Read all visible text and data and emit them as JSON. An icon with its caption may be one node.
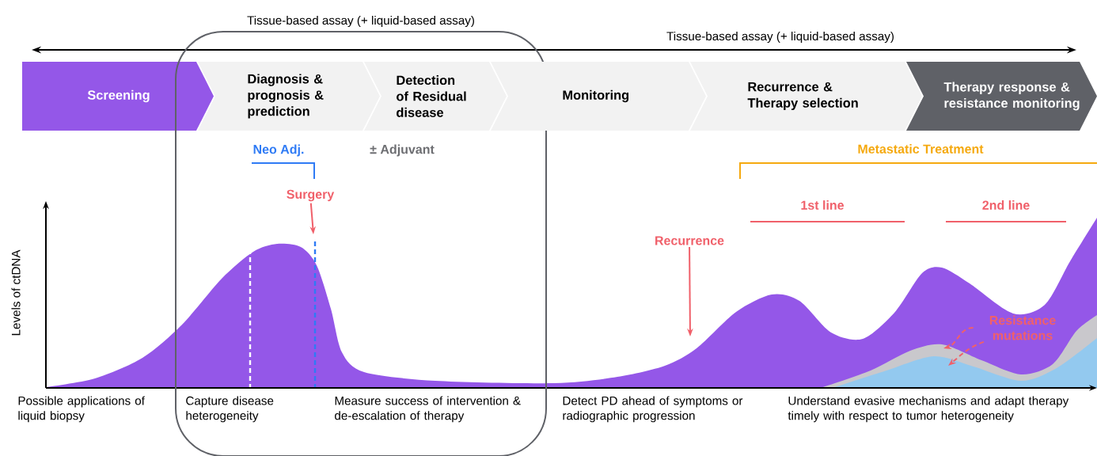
{
  "diagram": {
    "nodes": [
      {
        "text": [
          "Screening"
        ]
      },
      {
        "text": [
          "Tissue-based assay (+ liquid-based assay)"
        ]
      },
      {
        "text": [
          "Diagnosis & prognosis & prediction"
        ],
        "in": 1
      },
      {
        "text": [
          "Detection of Residual disease"
        ],
        "in": 1
      },
      {
        "text": [
          "Monitoring"
        ]
      },
      {
        "text": [
          "Recurrence & Therapy selection"
        ]
      },
      {
        "text": [
          "Therapy response & resistance monitoring"
        ]
      },
      {
        "text": [
          "Surgery"
        ],
        "in": 1
      },
      {
        "text": [
          "Recurrence"
        ]
      },
      {
        "text": [
          "Resistance mutations"
        ]
      }
    ],
    "edges": [
      {
        "from": 7,
        "to": null,
        "arrow": "to"
      },
      {
        "from": 8,
        "to": null,
        "arrow": "to"
      },
      {
        "from": 9,
        "to": null,
        "arrow": "to",
        "style": "dashed"
      },
      {
        "from": 9,
        "to": null,
        "arrow": "to",
        "style": "dashed"
      }
    ],
    "labels": [
      "Tissue-based assay (+ liquid-based assay)",
      "Neo Adj.",
      "± Adjuvant",
      "Metastatic Treatment",
      "1st line",
      "2nd line",
      "Levels of ctDNA",
      "Possible applications of liquid biopsy",
      "Capture disease heterogeneity",
      "Measure success of intervention & de-escalation of therapy",
      "Detect PD ahead of symptoms or radiographic progression",
      "Understand evasive mechanisms and adapt therapy timely with respect to tumor heterogeneity"
    ]
  }
}
